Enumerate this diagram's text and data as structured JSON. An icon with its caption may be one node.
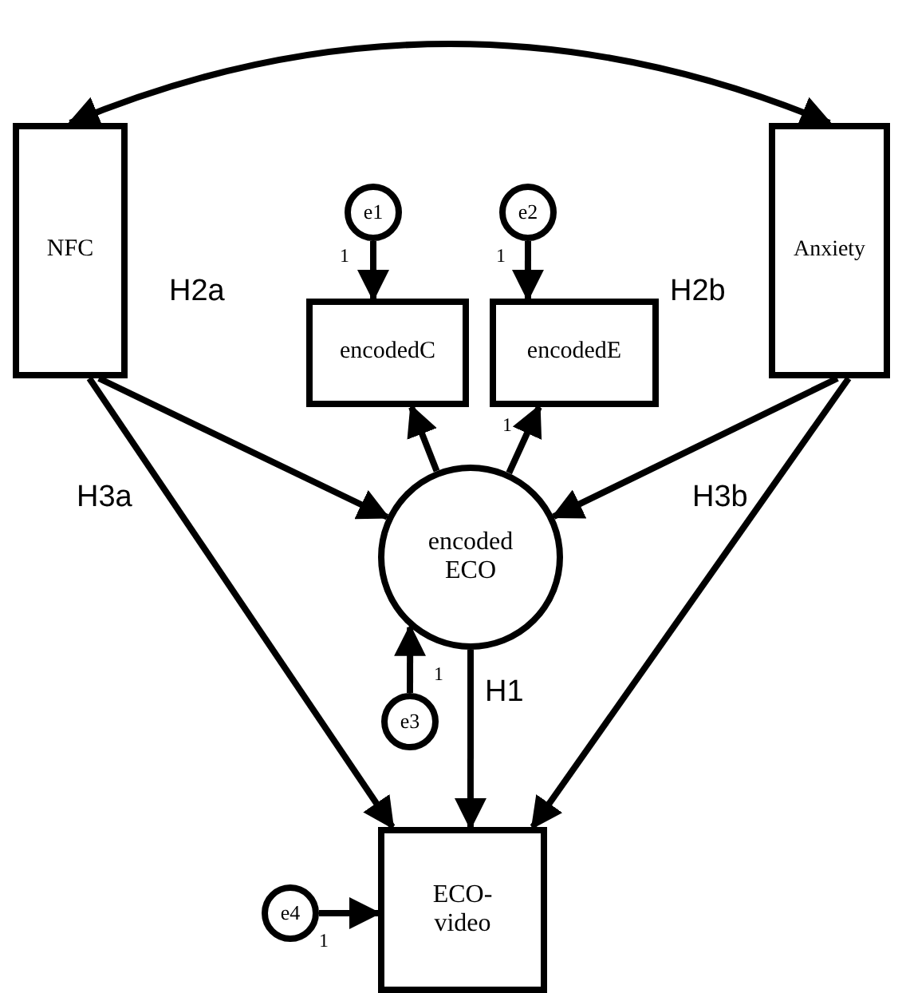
{
  "diagram": {
    "nodes": [
      {
        "text": [
          "NFC"
        ]
      },
      {
        "text": [
          "Anxiety"
        ]
      },
      {
        "text": [
          "e1"
        ]
      },
      {
        "text": [
          "e2"
        ]
      },
      {
        "text": [
          "encodedC"
        ]
      },
      {
        "text": [
          "encodedE"
        ]
      },
      {
        "text": [
          "encoded ECO"
        ]
      },
      {
        "text": [
          "e3"
        ]
      },
      {
        "text": [
          "e4"
        ]
      },
      {
        "text": [
          "ECO- video"
        ]
      }
    ],
    "edges": [
      {
        "from": 0,
        "to": 1,
        "arrow": "both"
      },
      {
        "from": 2,
        "to": 4,
        "arrow": "to",
        "label": "1"
      },
      {
        "from": 3,
        "to": 5,
        "arrow": "to",
        "label": "1"
      },
      {
        "from": 6,
        "to": 4,
        "arrow": "to"
      },
      {
        "from": 6,
        "to": 5,
        "arrow": "to",
        "label": "1"
      },
      {
        "from": 0,
        "to": 6,
        "arrow": "to",
        "label": "H2a"
      },
      {
        "from": 1,
        "to": 6,
        "arrow": "to",
        "label": "H2b"
      },
      {
        "from": 0,
        "to": 9,
        "arrow": "to",
        "label": "H3a"
      },
      {
        "from": 1,
        "to": 9,
        "arrow": "to",
        "label": "H3b"
      },
      {
        "from": 7,
        "to": 6,
        "arrow": "to",
        "label": "1"
      },
      {
        "from": 6,
        "to": 9,
        "arrow": "to",
        "label": "H1"
      },
      {
        "from": 8,
        "to": 9,
        "arrow": "to",
        "label": "1"
      }
    ]
  }
}
